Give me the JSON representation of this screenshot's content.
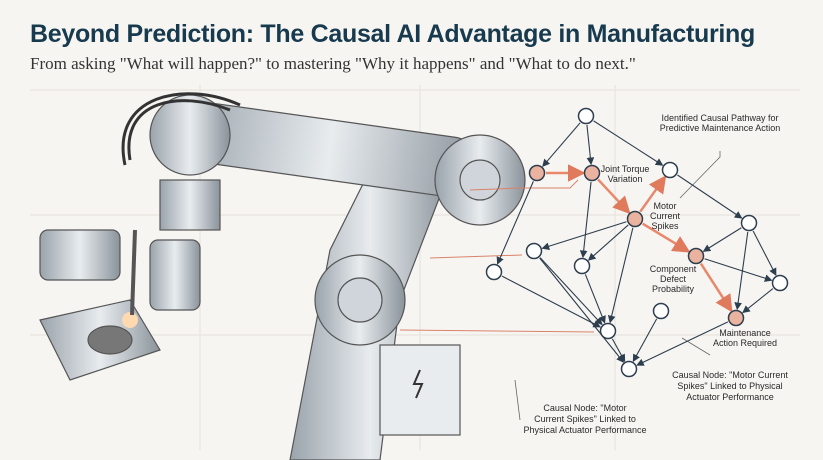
{
  "header": {
    "title": "Beyond Prediction: The Causal AI Advantage in Manufacturing",
    "subtitle": "From asking \"What will happen?\" to mastering \"Why it happens\" and \"What to do next.\""
  },
  "graph": {
    "labels": {
      "joint": [
        "Joint Torque",
        "Variation"
      ],
      "motor": [
        "Motor",
        "Current",
        "Spikes"
      ],
      "component": [
        "Component",
        "Defect",
        "Probability"
      ],
      "maintenance": [
        "Maintenance",
        "Action Required"
      ]
    },
    "annotations": {
      "pathway": [
        "Identified Causal Pathway for",
        "Predictive Maintenance Action"
      ],
      "node_right": [
        "Causal Node: \"Motor Current",
        "Spikes\" Linked to Physical",
        "Actuator Performance"
      ],
      "node_bottom": [
        "Causal Node: \"Motor",
        "Current Spikes\" Linked to",
        "Physical Actuator Performance"
      ]
    },
    "colors": {
      "highlight": "#e8876a",
      "node_hot": "#e9b3a0",
      "edge": "#2d3e4e"
    }
  }
}
